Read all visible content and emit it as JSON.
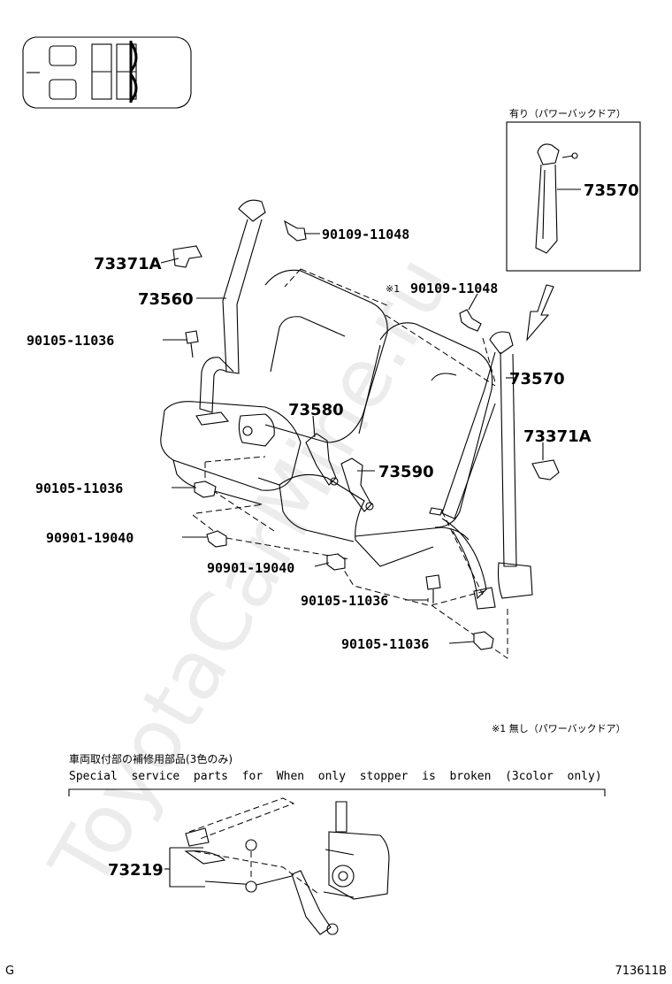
{
  "labels": {
    "p73570_top": "73570",
    "p90109_a": "90109-11048",
    "p73371a_left": "73371A",
    "p73560": "73560",
    "p90109_b": "90109-11048",
    "p90105_a": "90105-11036",
    "p73570_main": "73570",
    "p73580": "73580",
    "p73371a_right": "73371A",
    "p73590": "73590",
    "p90105_b": "90105-11036",
    "p90901_a": "90901-19040",
    "p90901_b": "90901-19040",
    "p90105_c": "90105-11036",
    "p90105_d": "90105-11036",
    "p73219": "73219"
  },
  "notes": {
    "inset_caption": "有り（パワーバックドア）",
    "mark_1": "※1",
    "footnote": "※1  無し（パワーバックドア）",
    "special_jp": "車両取付部の補修用部品(3色のみ)",
    "special_en": "Special  service  parts  for  When  only  stopper  is  broken  (3color  only)"
  },
  "footer": {
    "left_code": "G",
    "drawing_id": "713611B"
  },
  "watermark": "ToyotaCarMine.ru"
}
